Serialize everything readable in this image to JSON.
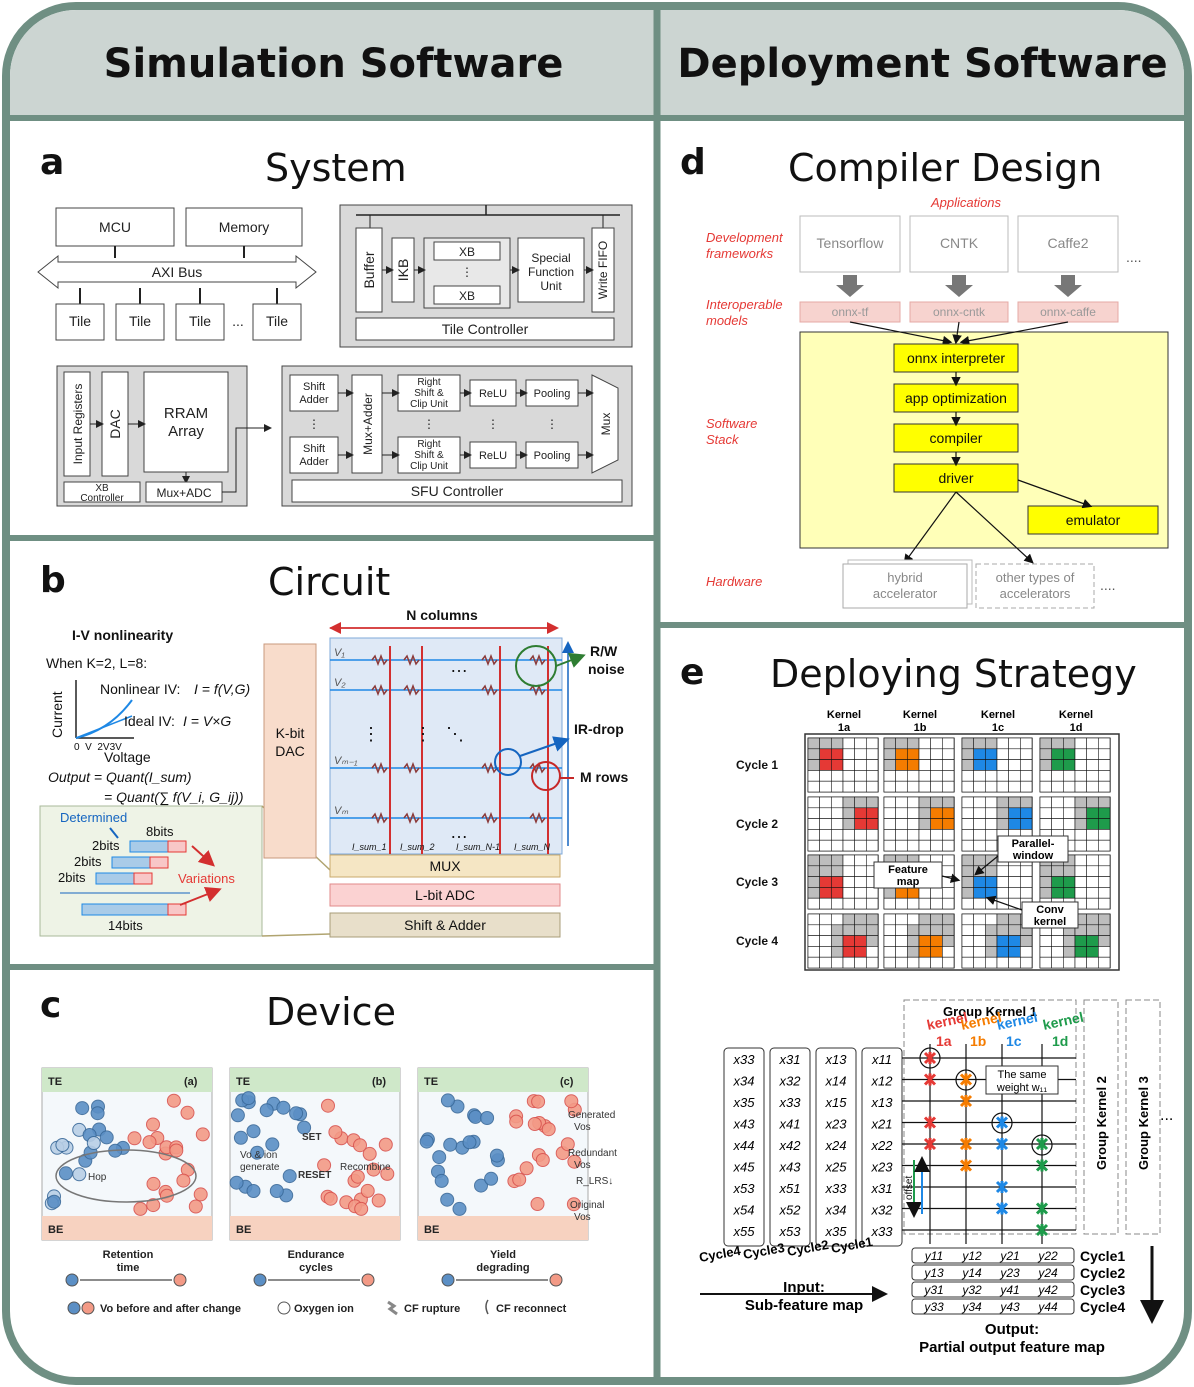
{
  "headers": {
    "simulation": "Simulation Software",
    "deployment": "Deployment Software"
  },
  "panels": {
    "a": {
      "letter": "a",
      "title": "System"
    },
    "b": {
      "letter": "b",
      "title": "Circuit"
    },
    "c": {
      "letter": "c",
      "title": "Device"
    },
    "d": {
      "letter": "d",
      "title": "Compiler Design"
    },
    "e": {
      "letter": "e",
      "title": "Deploying Strategy"
    }
  },
  "system": {
    "mcu": "MCU",
    "memory": "Memory",
    "axi_bus": "AXI Bus",
    "tiles": [
      "Tile",
      "Tile",
      "Tile",
      "...",
      "Tile"
    ],
    "buffer": "Buffer",
    "ikb": "IKB",
    "xb": "XB",
    "xb_dots": "⋮",
    "sfu": [
      "Special",
      "Function",
      "Unit"
    ],
    "write_fifo": "Write FIFO",
    "tile_controller": "Tile Controller",
    "input_registers": "Input Registers",
    "dac": "DAC",
    "rram": [
      "RRAM",
      "Array"
    ],
    "xb_controller": [
      "XB",
      "Controller"
    ],
    "mux_adc": "Mux+ADC",
    "shift_adder": [
      "Shift",
      "Adder"
    ],
    "mux_adder": "Mux+Adder",
    "right_shift": [
      "Right",
      "Shift &",
      "Clip Unit"
    ],
    "relu": "ReLU",
    "pooling": "Pooling",
    "mux": "Mux",
    "sfu_controller": "SFU Controller"
  },
  "circuit": {
    "iv_title": "I-V nonlinearity",
    "when": "When K=2, L=8:",
    "current": "Current",
    "nonlinear": "Nonlinear IV:",
    "nonlinear_eq": "I = f(V,G)",
    "ideal": "Ideal IV:",
    "ideal_eq": "I = V×G",
    "v_ticks": "0  V  2V3V",
    "voltage": "Voltage",
    "output_eq": "Output = Quant(I_sum)",
    "output_eq2": "= Quant(∑ f(V_i, G_ij))",
    "determined": "Determined",
    "bits8": "8bits",
    "bits2": "2bits",
    "bits14": "14bits",
    "variations": "Variations",
    "kbit_dac": [
      "K-bit",
      "DAC"
    ],
    "n_columns": "N columns",
    "rw_noise": [
      "R/W",
      "noise"
    ],
    "ir_drop": "IR-drop",
    "m_rows": "M rows",
    "row_labels": [
      "V₁",
      "V₂",
      "Vₘ₋₁",
      "Vₘ"
    ],
    "isum_labels": [
      "I_sum_1",
      "I_sum_2",
      "I_sum_N-1",
      "I_sum_N"
    ],
    "mux": "MUX",
    "lbit_adc": "L-bit ADC",
    "shift_adder": "Shift & Adder"
  },
  "device": {
    "te": "TE",
    "be": "BE",
    "sub": [
      "(a)",
      "(b)",
      "(c)"
    ],
    "hop": "Hop",
    "vo_ion": [
      "Vo & ion",
      "generate"
    ],
    "set": "SET",
    "reset": "RESET",
    "recombine": "Recombine",
    "generated": [
      "Generated",
      "Vos"
    ],
    "redundant": [
      "Redundant",
      "Vos"
    ],
    "rlrs": "R_LRS↓",
    "original": [
      "Original",
      "Vos"
    ],
    "arrows": [
      [
        "Retention",
        "time"
      ],
      [
        "Endurance",
        "cycles"
      ],
      [
        "Yield",
        "degrading"
      ]
    ],
    "legend": [
      "Vo before and after change",
      "Oxygen ion",
      "CF rupture",
      "CF reconnect"
    ]
  },
  "compiler": {
    "applications": "Applications",
    "dev_frameworks": [
      "Development",
      "frameworks"
    ],
    "frameworks": [
      "Tensorflow",
      "CNTK",
      "Caffe2"
    ],
    "fw_more": "....",
    "interop": [
      "Interoperable",
      "models"
    ],
    "onnx": [
      "onnx-tf",
      "onnx-cntk",
      "onnx-caffe"
    ],
    "software_stack": [
      "Software",
      "Stack"
    ],
    "stack": [
      "onnx interpreter",
      "app optimization",
      "compiler",
      "driver"
    ],
    "emulator": "emulator",
    "hardware": "Hardware",
    "hybrid": [
      "hybrid",
      "accelerator"
    ],
    "other": [
      "other types of",
      "accelerators"
    ],
    "hw_more": "...."
  },
  "strategy": {
    "kernels": [
      [
        "Kernel",
        "1a"
      ],
      [
        "Kernel",
        "1b"
      ],
      [
        "Kernel",
        "1c"
      ],
      [
        "Kernel",
        "1d"
      ]
    ],
    "cycles": [
      "Cycle 1",
      "Cycle 2",
      "Cycle 3",
      "Cycle 4"
    ],
    "feature_map": [
      "Feature",
      "map"
    ],
    "parallel_window": [
      "Parallel-",
      "window"
    ],
    "conv_kernel": [
      "Conv",
      "kernel"
    ],
    "group_kernel1": "Group Kernel 1",
    "group_kernel2": "Group Kernel 2",
    "group_kernel3": "Group Kernel 3",
    "gk_more": "...",
    "k_labels": [
      [
        "kernel",
        "1a"
      ],
      [
        "kernel",
        "1b"
      ],
      [
        "kernel",
        "1c"
      ],
      [
        "kernel",
        "1d"
      ]
    ],
    "same_weight": [
      "The same",
      "weight w₁₁"
    ],
    "offset": "offset",
    "input_cols": [
      [
        "x33",
        "x34",
        "x35",
        "x43",
        "x44",
        "x45",
        "x53",
        "x54",
        "x55"
      ],
      [
        "x31",
        "x32",
        "x33",
        "x41",
        "x42",
        "x43",
        "x51",
        "x52",
        "x53"
      ],
      [
        "x13",
        "x14",
        "x15",
        "x23",
        "x24",
        "x25",
        "x33",
        "x34",
        "x35"
      ],
      [
        "x11",
        "x12",
        "x13",
        "x21",
        "x22",
        "x23",
        "x31",
        "x32",
        "x33"
      ]
    ],
    "input_cycles": [
      "Cycle4",
      "Cycle3",
      "Cycle2",
      "Cycle1"
    ],
    "input_label": [
      "Input:",
      "Sub-feature map"
    ],
    "output_rows": [
      [
        "y11",
        "y12",
        "y21",
        "y22"
      ],
      [
        "y13",
        "y14",
        "y23",
        "y24"
      ],
      [
        "y31",
        "y32",
        "y41",
        "y42"
      ],
      [
        "y33",
        "y34",
        "y43",
        "y44"
      ]
    ],
    "output_cycles": [
      "Cycle1",
      "Cycle2",
      "Cycle3",
      "Cycle4"
    ],
    "output_label": [
      "Output:",
      "Partial output feature map"
    ]
  },
  "colors": {
    "frame": "#6f8f83",
    "header_bg": "#ccd5d2",
    "red": "#e53935",
    "orange": "#f57c00",
    "blue": "#1e88e5",
    "green": "#1e9b4b",
    "yellow": "#ffff00",
    "yellow_bg": "#ffffb0"
  }
}
